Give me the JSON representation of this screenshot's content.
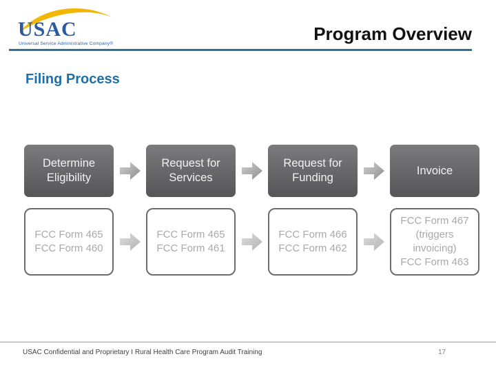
{
  "header": {
    "logo": {
      "acronym": "USAC",
      "tagline": "Universal Service Administrative Company®"
    },
    "title": "Program Overview"
  },
  "slide": {
    "heading": "Filing Process",
    "process": {
      "steps": [
        {
          "label": "Determine\nEligibility",
          "forms": "FCC Form 465\nFCC Form 460"
        },
        {
          "label": "Request for\nServices",
          "forms": "FCC Form 465\nFCC Form 461"
        },
        {
          "label": "Request for\nFunding",
          "forms": "FCC Form 466\nFCC Form 462"
        },
        {
          "label": "Invoice",
          "forms": "FCC Form 467\n(triggers\ninvoicing)\nFCC Form 463"
        }
      ]
    }
  },
  "footer": {
    "text": "USAC Confidential and Proprietary I Rural Health Care Program Audit Training",
    "page_number": "17"
  },
  "colors": {
    "header_rule": "#2B7296",
    "title_text": "#111111",
    "heading_blue": "#1F6FA8",
    "logo_blue": "#2B5B9E",
    "logo_gold": "#F2B705",
    "step_box_top": "#7B7B7E",
    "step_box_bottom": "#565659",
    "step_box_text": "#F2F2F2",
    "form_box_border": "#6B6B6B",
    "form_box_text": "#A9A9A9",
    "arrow_dark_start": "#CFCFCF",
    "arrow_dark_end": "#8D8D8D",
    "arrow_light_start": "#DCDCDC",
    "arrow_light_end": "#B4B4B4",
    "footer_rule": "#999999",
    "footer_text": "#404040",
    "page_number": "#7F7F7F"
  }
}
